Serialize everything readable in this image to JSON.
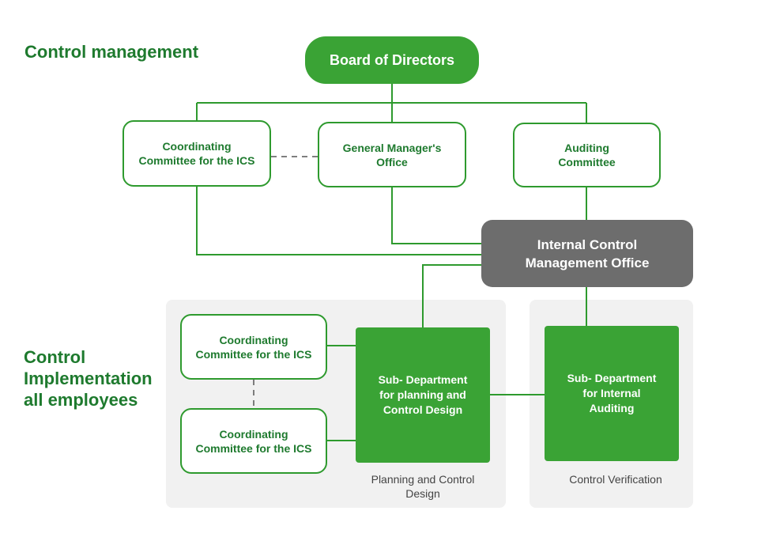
{
  "sections": {
    "management": "Control management",
    "implementation": "Control\nImplementation\nall employees"
  },
  "nodes": {
    "board": "Board of Directors",
    "coord_top": "Coordinating\nCommittee for the ICS",
    "gm_office": "General Manager's\nOffice",
    "auditing": "Auditing\nCommittee",
    "icmo": "Internal Control\nManagement Office",
    "coord_a": "Coordinating\nCommittee for the ICS",
    "coord_b": "Coordinating\nCommittee for the ICS",
    "sub_planning": "Sub- Department\nfor planning and\nControl Design",
    "sub_auditing": "Sub- Department\nfor Internal\nAuditing"
  },
  "captions": {
    "planning": "Planning and Control\nDesign",
    "verification": "Control Verification"
  },
  "colors": {
    "green": "#3aa335",
    "dark_green_text": "#1e7a2e",
    "grey_box": "#6d6d6d",
    "panel": "#f1f1f1"
  }
}
